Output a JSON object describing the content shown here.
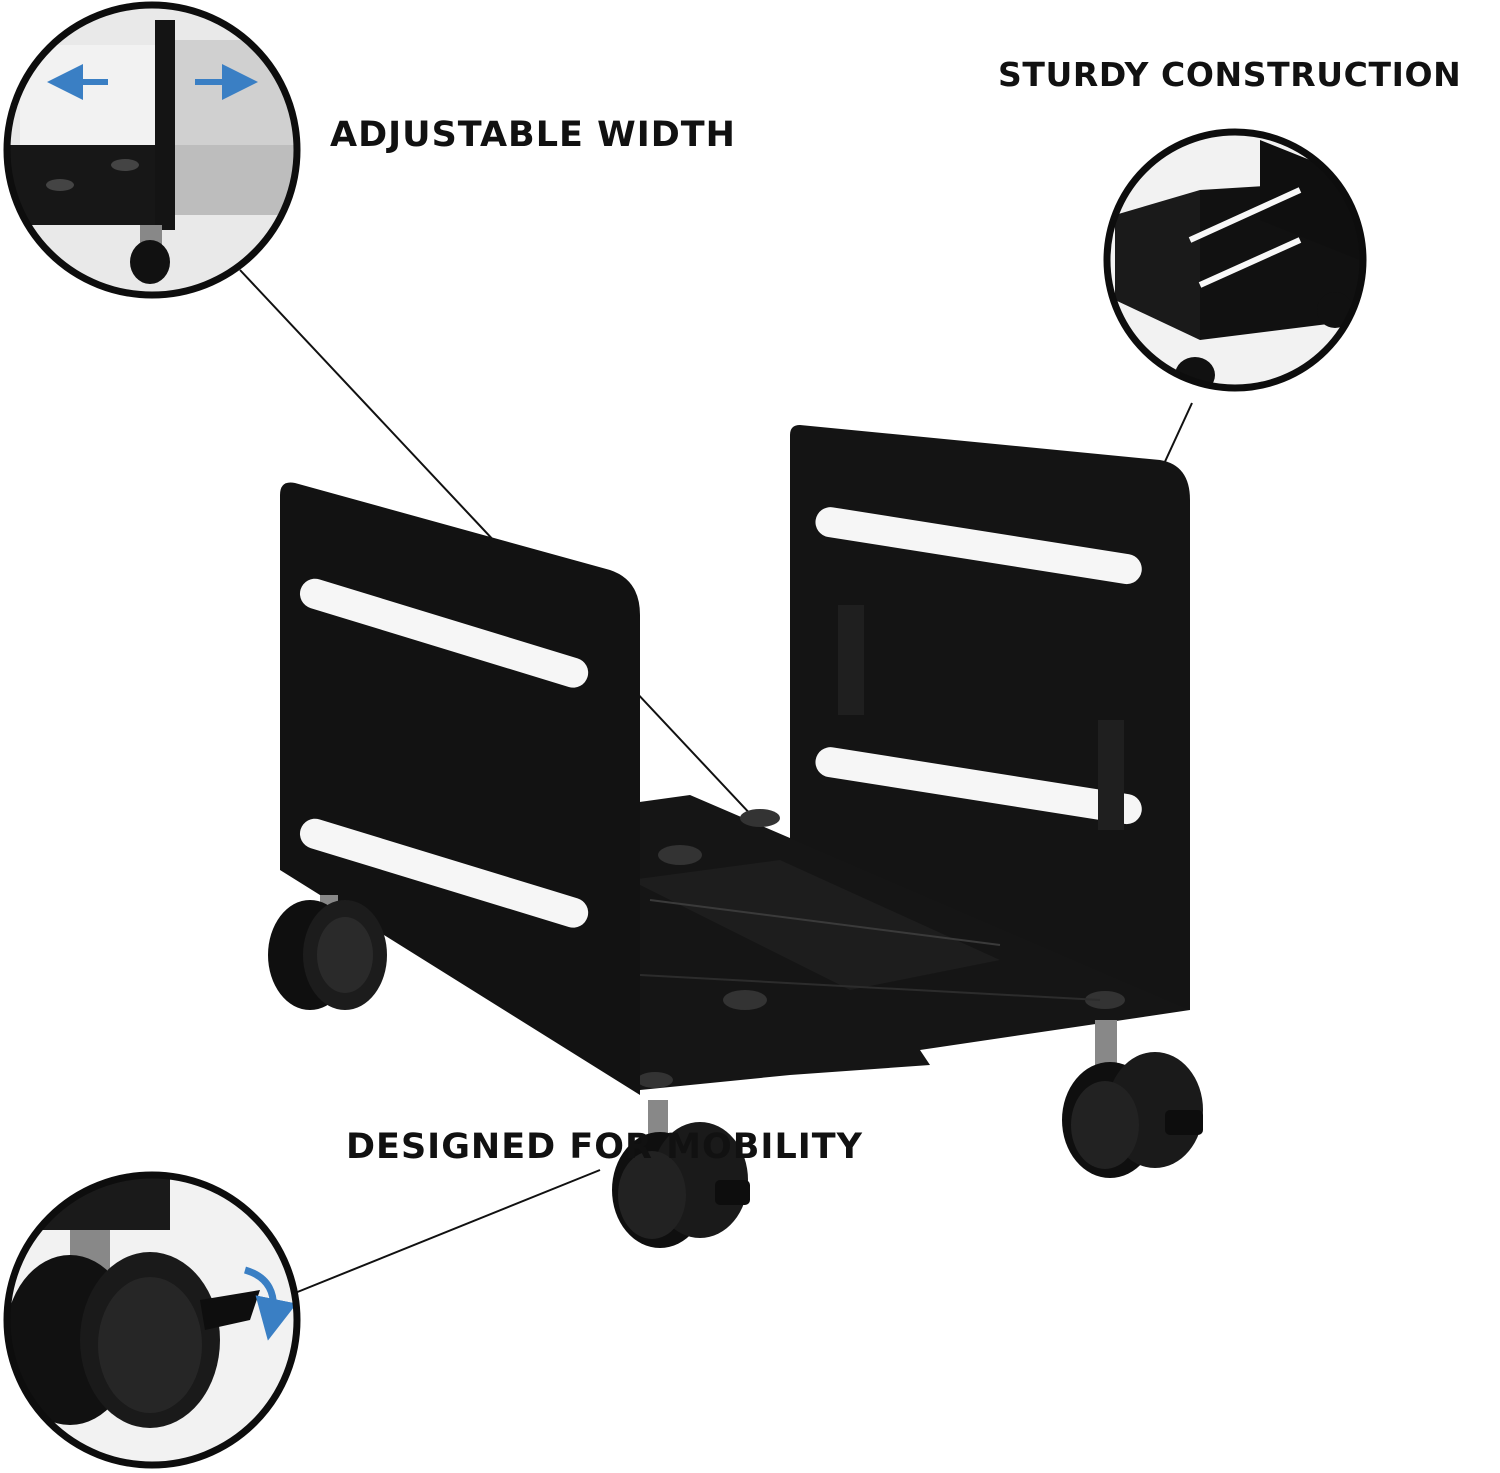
{
  "callouts": {
    "adjustable_width": "ADJUSTABLE WIDTH",
    "sturdy_construction": "STURDY CONSTRUCTION",
    "designed_for_mobility": "DESIGNED FOR MOBILITY"
  },
  "colors": {
    "background": "#ffffff",
    "product_black": "#141414",
    "arrow_blue": "#3a7fc4",
    "text": "#111111"
  }
}
